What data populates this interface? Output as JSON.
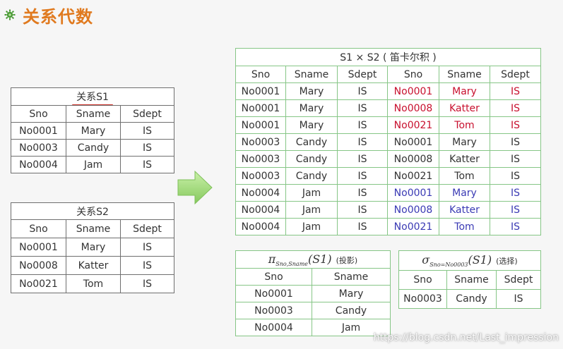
{
  "page": {
    "title": "关系代数"
  },
  "s1": {
    "caption": "关系S1",
    "headers": [
      "Sno",
      "Sname",
      "Sdept"
    ],
    "rows": [
      [
        "No0001",
        "Mary",
        "IS"
      ],
      [
        "No0003",
        "Candy",
        "IS"
      ],
      [
        "No0004",
        "Jam",
        "IS"
      ]
    ]
  },
  "s2": {
    "caption": "关系S2",
    "headers": [
      "Sno",
      "Sname",
      "Sdept"
    ],
    "rows": [
      [
        "No0001",
        "Mary",
        "IS"
      ],
      [
        "No0008",
        "Katter",
        "IS"
      ],
      [
        "No0021",
        "Tom",
        "IS"
      ]
    ]
  },
  "product": {
    "caption": "S1 × S2 ( 笛卡尔积 )",
    "headers": [
      "Sno",
      "Sname",
      "Sdept",
      "Sno",
      "Sname",
      "Sdept"
    ],
    "rows": [
      [
        "No0001",
        "Mary",
        "IS",
        "No0001",
        "Mary",
        "IS"
      ],
      [
        "No0001",
        "Mary",
        "IS",
        "No0008",
        "Katter",
        "IS"
      ],
      [
        "No0001",
        "Mary",
        "IS",
        "No0021",
        "Tom",
        "IS"
      ],
      [
        "No0003",
        "Candy",
        "IS",
        "No0001",
        "Mary",
        "IS"
      ],
      [
        "No0003",
        "Candy",
        "IS",
        "No0008",
        "Katter",
        "IS"
      ],
      [
        "No0003",
        "Candy",
        "IS",
        "No0021",
        "Tom",
        "IS"
      ],
      [
        "No0004",
        "Jam",
        "IS",
        "No0001",
        "Mary",
        "IS"
      ],
      [
        "No0004",
        "Jam",
        "IS",
        "No0008",
        "Katter",
        "IS"
      ],
      [
        "No0004",
        "Jam",
        "IS",
        "No0021",
        "Tom",
        "IS"
      ]
    ],
    "right_half_colors": [
      "#c8102e",
      "#c8102e",
      "#c8102e",
      "#333333",
      "#333333",
      "#333333",
      "#3a3ab4",
      "#3a3ab4",
      "#3a3ab4"
    ]
  },
  "projection": {
    "symbol": "π",
    "subscript": "Sno,Sname",
    "argument": "(S1)",
    "note": "(投影)",
    "headers": [
      "Sno",
      "Sname"
    ],
    "rows": [
      [
        "No0001",
        "Mary"
      ],
      [
        "No0003",
        "Candy"
      ],
      [
        "No0004",
        "Jam"
      ]
    ]
  },
  "selection": {
    "symbol": "σ",
    "subscript": "Sno=No0003",
    "argument": "(S1)",
    "note": "(选择)",
    "headers": [
      "Sno",
      "Sname",
      "Sdept"
    ],
    "rows": [
      [
        "No0003",
        "Candy",
        "IS"
      ]
    ]
  },
  "watermark": "https://blog.csdn.net/Last_impression",
  "colors": {
    "title": "#e07a1f",
    "highlight_red": "#c8102e",
    "highlight_blue": "#3a3ab4",
    "arrow": "#9bdc7a",
    "green_border": "#86c686"
  }
}
